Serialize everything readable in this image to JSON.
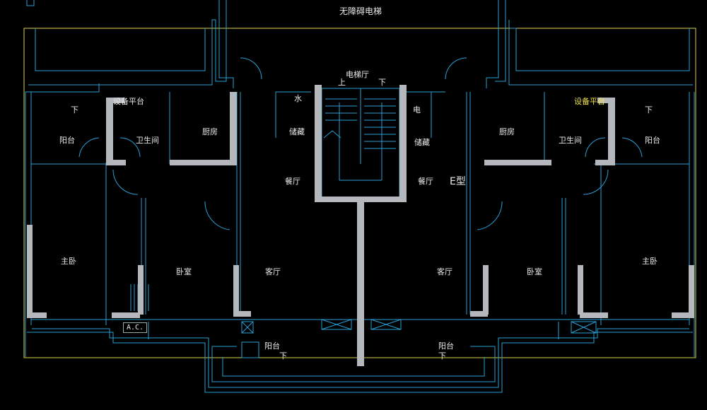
{
  "title": "无障碍电梯",
  "unit_type": "E型",
  "colors": {
    "background": "#000000",
    "wall_line": "#2a9fd6",
    "wall_fill": "#b4b8bc",
    "boundary": "#d8d24a",
    "text": "#e8e8e8",
    "highlight_text": "#f2e24a"
  },
  "core": {
    "elevator_hall": "电梯厅",
    "stair_up": "上",
    "stair_down": "下",
    "water": "水",
    "electric": "电"
  },
  "left_unit": {
    "balcony_north": "阳台",
    "down_mark_north": "下",
    "equipment_platform": "设备平台",
    "bathroom": "卫生间",
    "kitchen": "厨房",
    "storage": "储藏",
    "dining": "餐厅",
    "master_bedroom": "主卧",
    "bedroom": "卧室",
    "living": "客厅",
    "ac": "A.C.",
    "balcony_south": "阳台",
    "down_mark_south": "下"
  },
  "right_unit": {
    "balcony_north": "阳台",
    "down_mark_north": "下",
    "equipment_platform": "设备平台",
    "bathroom": "卫生间",
    "kitchen": "厨房",
    "storage": "储藏",
    "dining": "餐厅",
    "master_bedroom": "主卧",
    "bedroom": "卧室",
    "living": "客厅",
    "balcony_south": "阳台",
    "down_mark_south": "下"
  }
}
